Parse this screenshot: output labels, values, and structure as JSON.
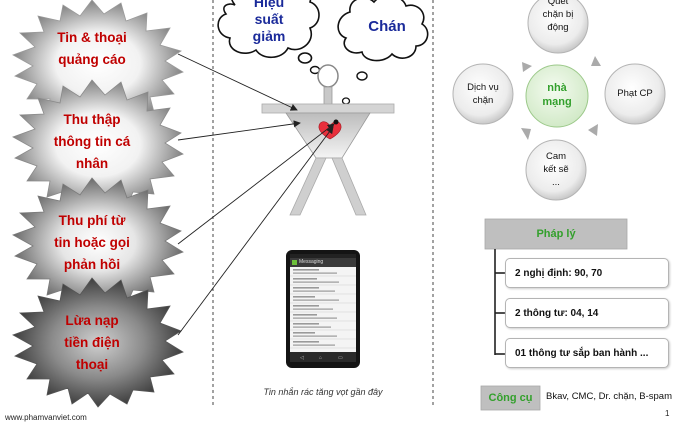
{
  "bursts": [
    {
      "line1": "Tin & thoại",
      "line2": "quảng cáo",
      "line3": ""
    },
    {
      "line1": "Thu thập",
      "line2": "thông tin cá",
      "line3": "nhân"
    },
    {
      "line1": "Thu phí từ",
      "line2": "tin hoặc gọi",
      "line3": "phản hồi"
    },
    {
      "line1": "Lừa nạp",
      "line2": "tiền điện",
      "line3": "thoại"
    }
  ],
  "clouds": {
    "left": {
      "line1": "Hiệu",
      "line2": "suất",
      "line3": "giảm"
    },
    "right": "Chán"
  },
  "phone_caption": "Tin nhắn rác tăng vọt gần đây",
  "phone_screen": {
    "app_title": "Messaging"
  },
  "cycle": {
    "center_line1": "nhà",
    "center_line2": "mạng",
    "top": {
      "line1": "Quét",
      "line2": "chặn bị",
      "line3": "động"
    },
    "left": {
      "line1": "Dịch vụ",
      "line2": "chặn"
    },
    "right": "Phạt CP",
    "bottom": {
      "line1": "Cam",
      "line2": "kết sẽ",
      "line3": "..."
    }
  },
  "legal": {
    "header": "Pháp lý",
    "items": [
      "2 nghị định: 90, 70",
      "2 thông tư: 04, 14",
      "01 thông tư sắp ban hành ..."
    ]
  },
  "tools": {
    "label": "Công cụ",
    "text": "Bkav, CMC, Dr. chặn, B-spam"
  },
  "footer": {
    "website": "www.phamvanviet.com",
    "page_number": "1"
  },
  "colors": {
    "burst_text": "#c00000",
    "cloud_text": "#1a2a9a",
    "legal_header_bg": "#bfbfbf",
    "green": "#33a02c",
    "heart": "#e8303c"
  }
}
